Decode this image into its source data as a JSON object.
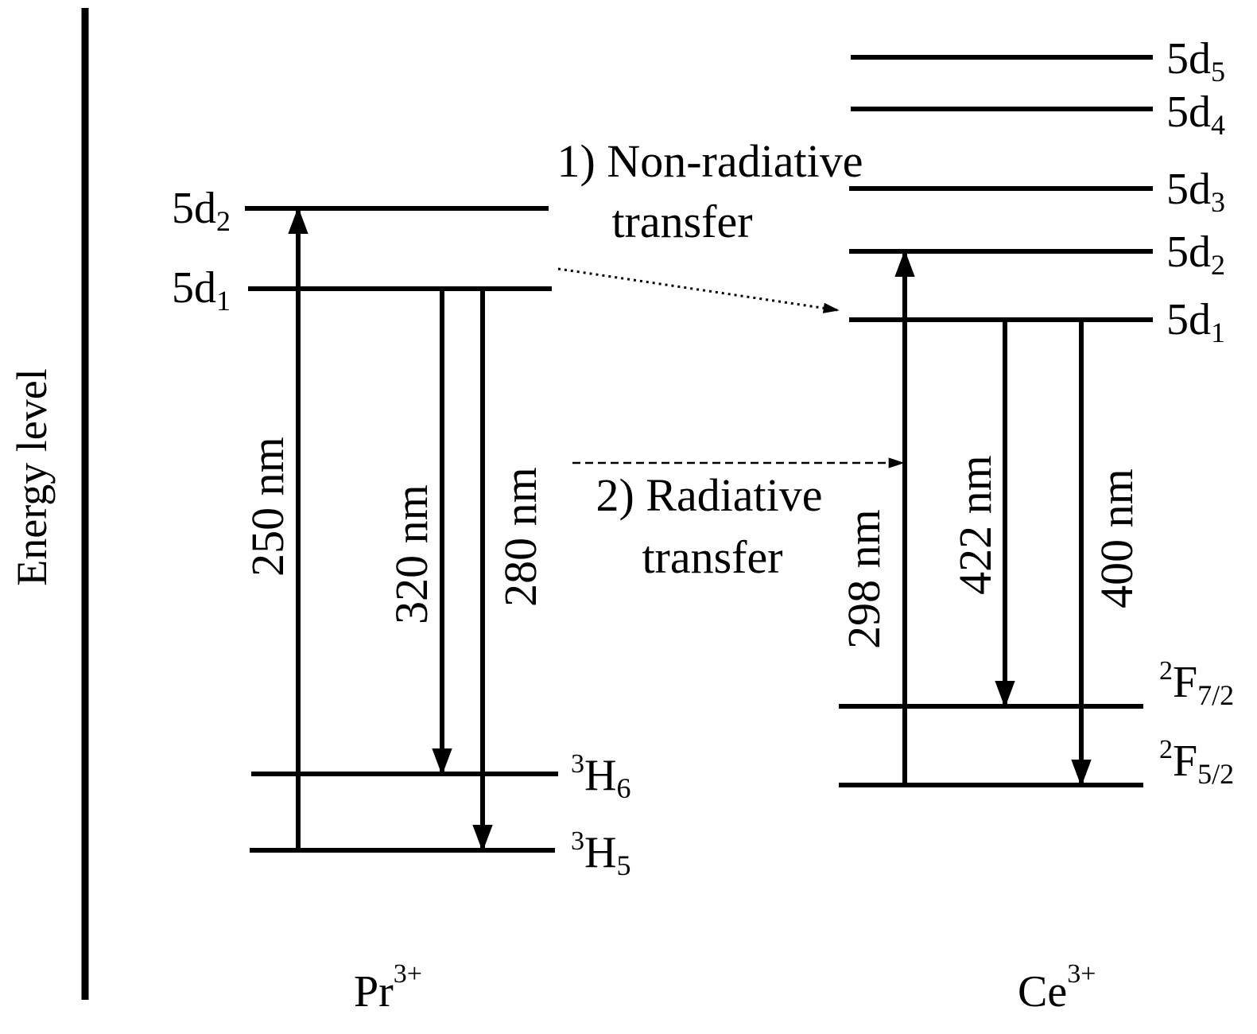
{
  "axis": {
    "label": "Energy level"
  },
  "pr": {
    "ion": "Pr",
    "ion_charge": "3+",
    "levels": {
      "d2": {
        "main": "5d",
        "sub": "2"
      },
      "d1": {
        "main": "5d",
        "sub": "1"
      },
      "h6": {
        "pre": "3",
        "main": "H",
        "sub": "6"
      },
      "h5": {
        "pre": "3",
        "main": "H",
        "sub": "5"
      }
    },
    "transitions": {
      "excitation": "250 nm",
      "em1": "320 nm",
      "em2": "280 nm"
    }
  },
  "ce": {
    "ion": "Ce",
    "ion_charge": "3+",
    "levels": {
      "d5": {
        "main": "5d",
        "sub": "5"
      },
      "d4": {
        "main": "5d",
        "sub": "4"
      },
      "d3": {
        "main": "5d",
        "sub": "3"
      },
      "d2": {
        "main": "5d",
        "sub": "2"
      },
      "d1": {
        "main": "5d",
        "sub": "1"
      },
      "f72": {
        "pre": "2",
        "main": "F",
        "sub": "7/2"
      },
      "f52": {
        "pre": "2",
        "main": "F",
        "sub": "5/2"
      }
    },
    "transitions": {
      "excitation": "298 nm",
      "em1": "422 nm",
      "em2": "400 nm"
    }
  },
  "transfers": {
    "nonradiative": {
      "line1": "1) Non-radiative",
      "line2": "transfer"
    },
    "radiative": {
      "line1": "2) Radiative",
      "line2": "transfer"
    }
  }
}
